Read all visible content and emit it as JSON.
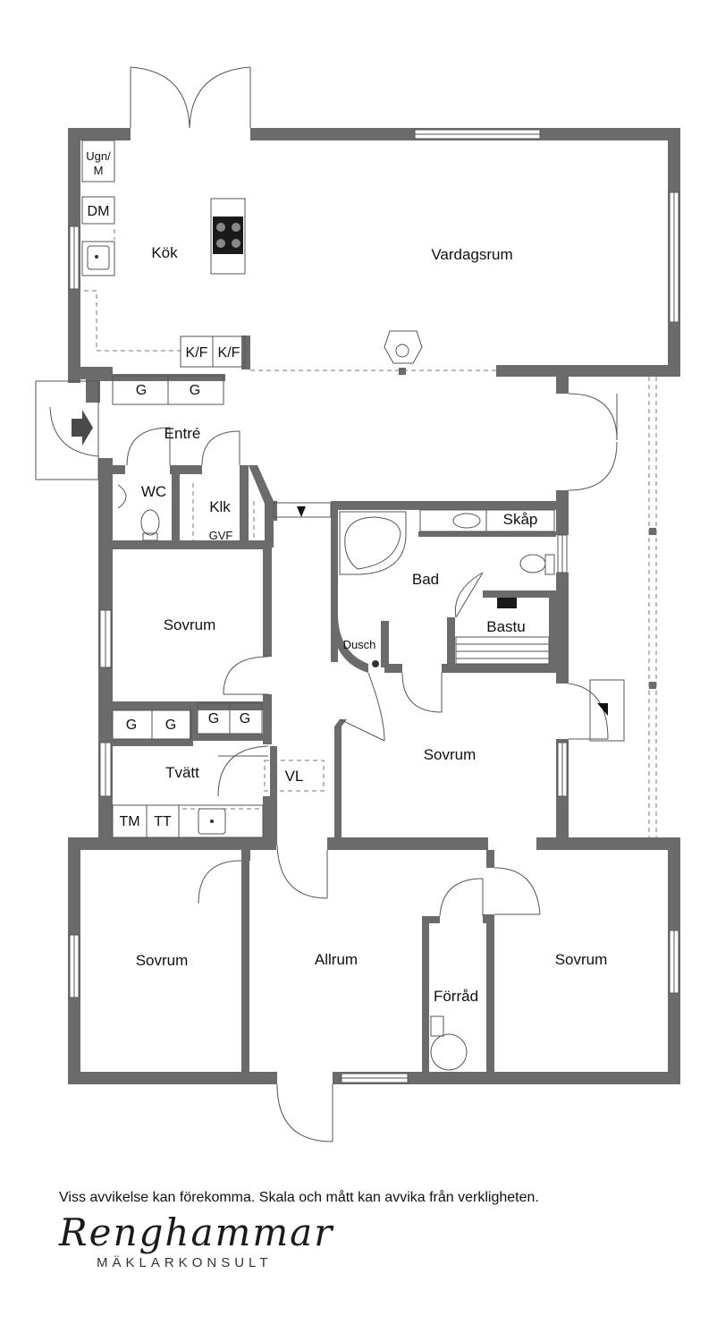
{
  "rooms": {
    "kok": "Kök",
    "vardagsrum": "Vardagsrum",
    "entre": "Entré",
    "wc": "WC",
    "klk": "Klk",
    "gvf": "GVF",
    "sovrum": "Sovrum",
    "bad": "Bad",
    "skap": "Skåp",
    "bastu": "Bastu",
    "dusch": "Dusch",
    "tvatt": "Tvätt",
    "vl": "VL",
    "allrum": "Allrum",
    "forrad": "Förråd"
  },
  "fixtures": {
    "ugn_line1": "Ugn/",
    "ugn_line2": "M",
    "dm": "DM",
    "kf": "K/F",
    "g": "G",
    "tm": "TM",
    "tt": "TT"
  },
  "footer": {
    "disclaimer": "Viss avvikelse kan förekomma. Skala och mått kan avvika från verkligheten.",
    "brand": "Renghammar",
    "brand_sub": "MÄKLARKONSULT"
  }
}
